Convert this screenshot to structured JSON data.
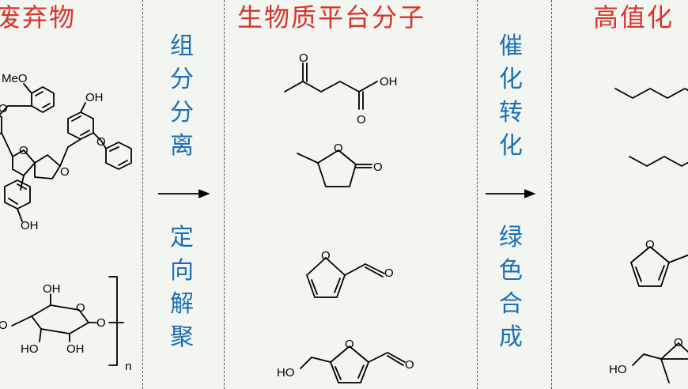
{
  "headers": {
    "waste": "废弃物",
    "platform": "生物质平台分子",
    "value": "高值化"
  },
  "step1": {
    "top": [
      "组",
      "分",
      "分",
      "离"
    ],
    "bottom": [
      "定",
      "向",
      "解",
      "聚"
    ]
  },
  "step2": {
    "top": [
      "催",
      "化",
      "转",
      "化"
    ],
    "bottom": [
      "绿",
      "色",
      "合",
      "成"
    ]
  },
  "atoms": {
    "MeO": "MeO",
    "O": "O",
    "OH": "OH",
    "HO": "HO",
    "n": "n"
  },
  "colors": {
    "header": "#d8342c",
    "step_text": "#1b6fb8",
    "background": "#f3f6f0"
  }
}
